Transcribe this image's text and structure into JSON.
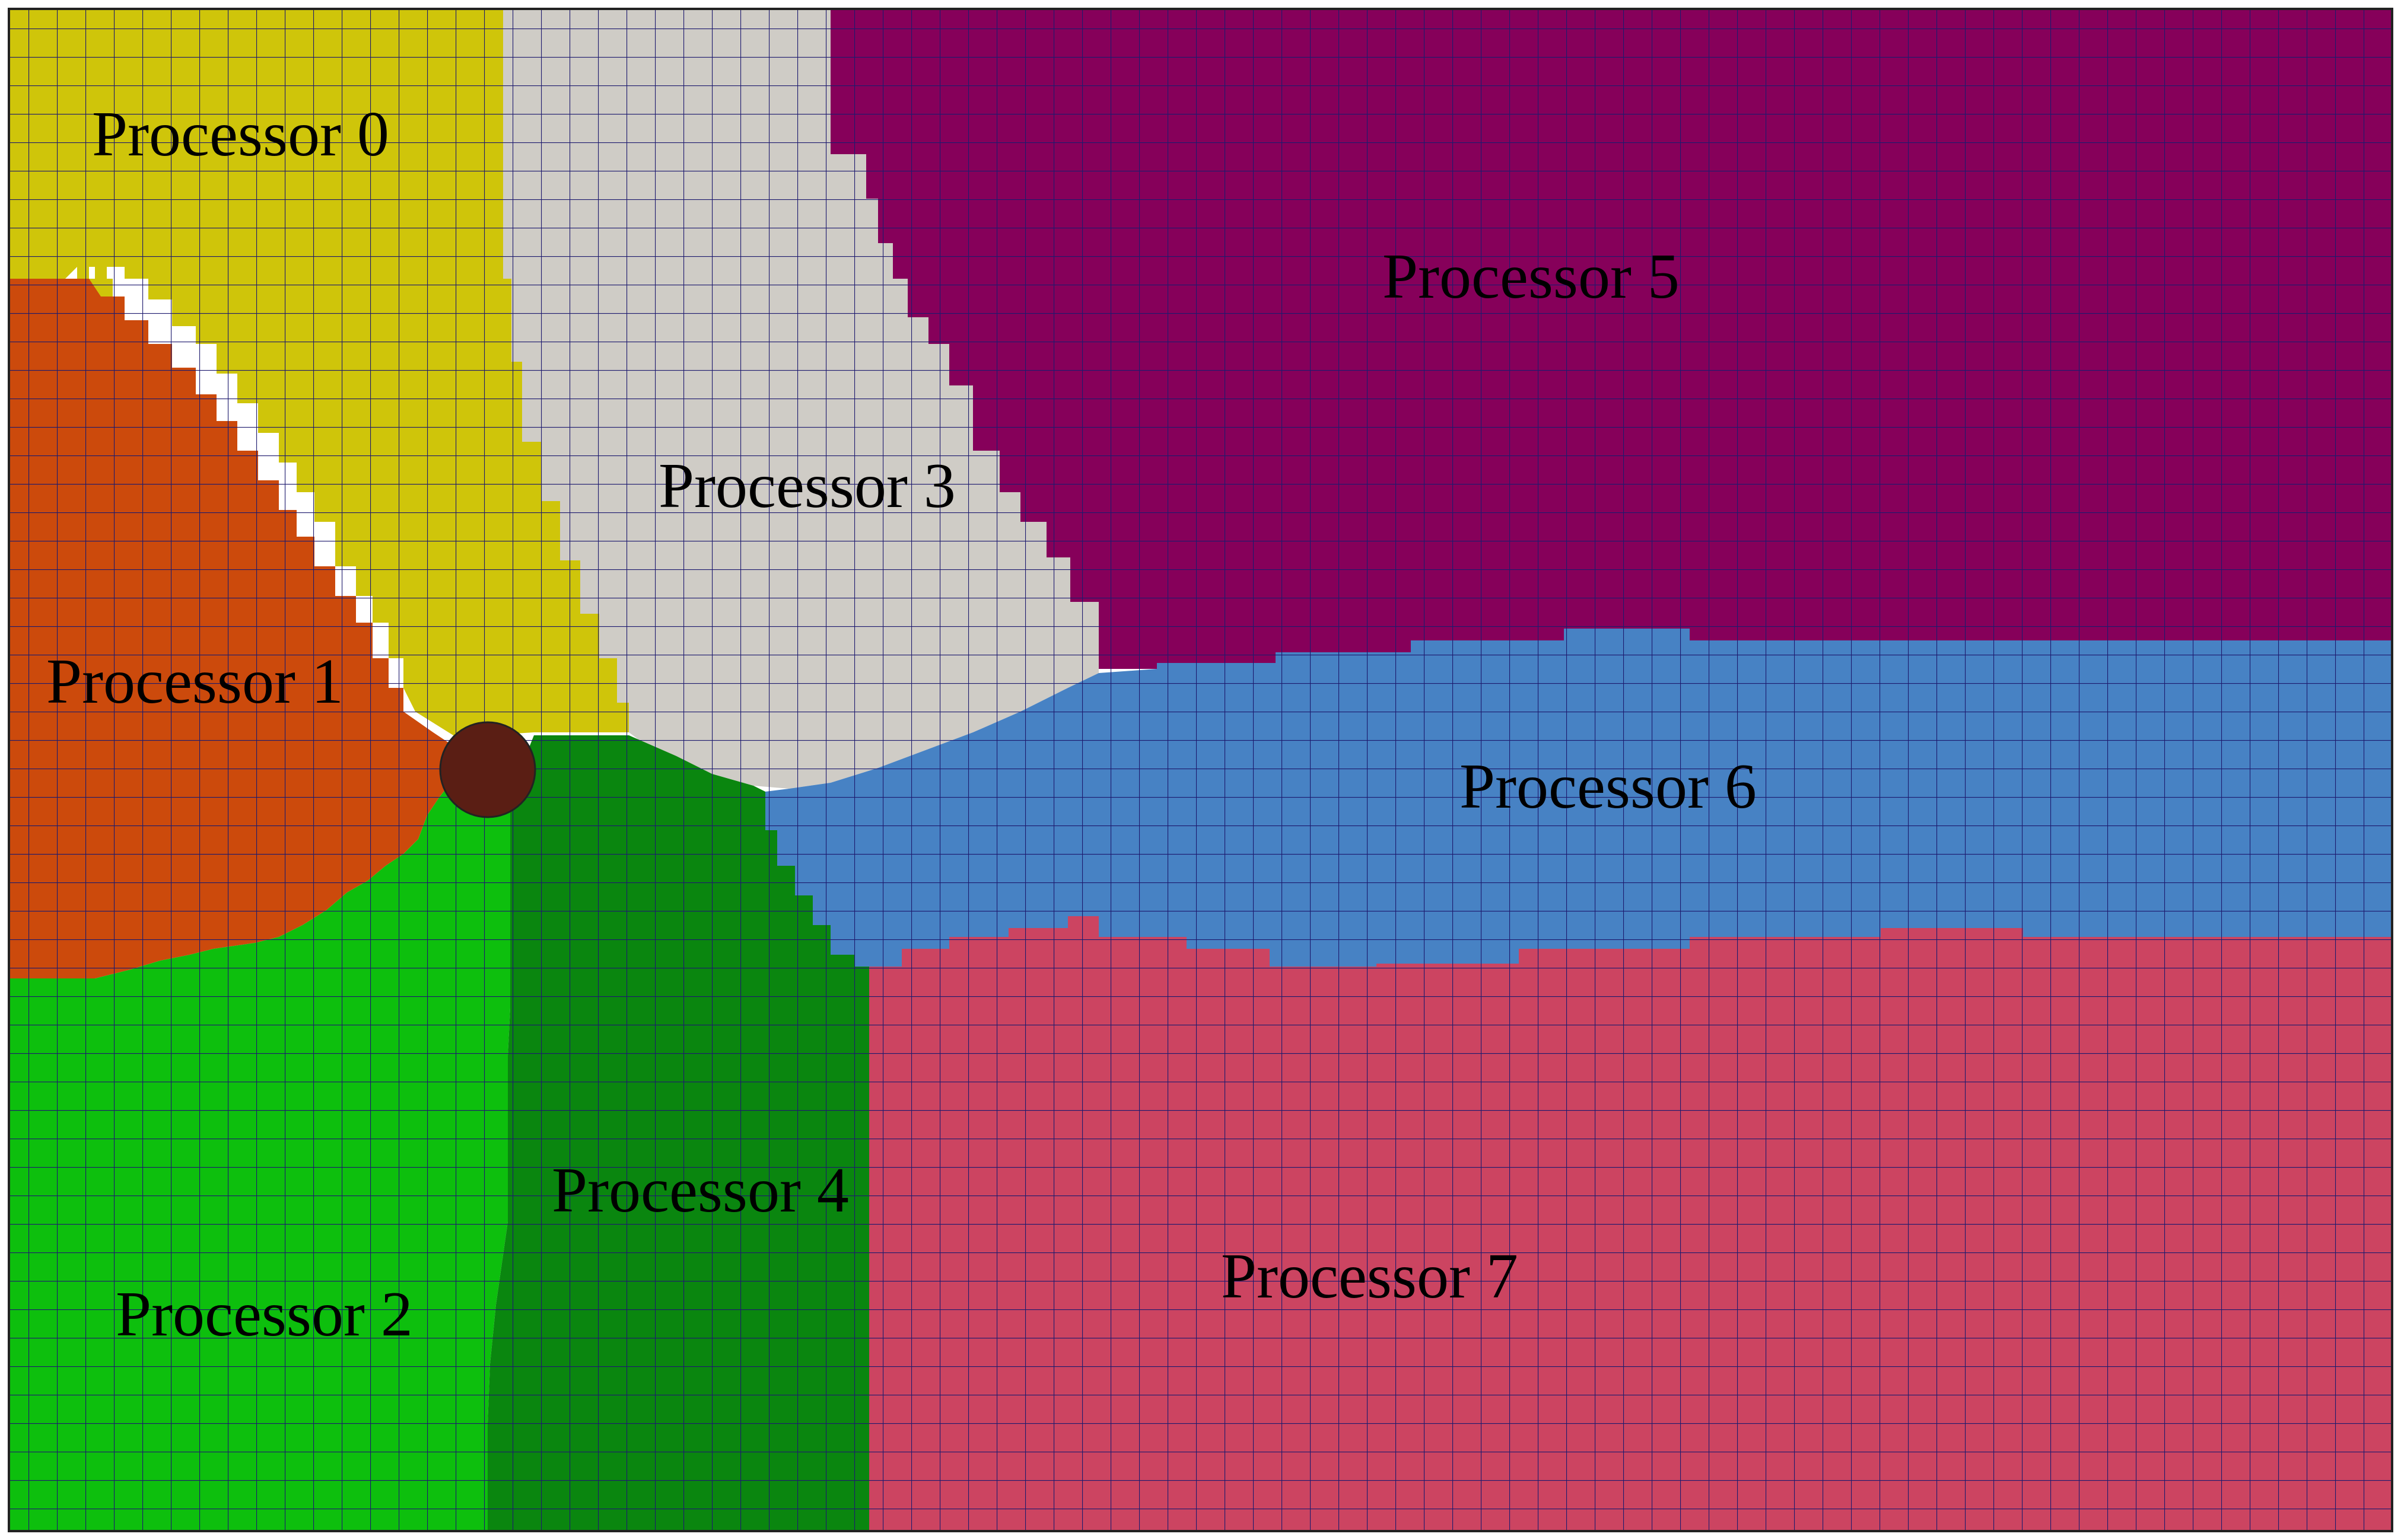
{
  "figure": {
    "background": "#ffffff",
    "grid_line_color": "#1d1a6e",
    "frame_color": "#222222",
    "cylinder_color": "#5a1e14",
    "regions": [
      {
        "id": "p0",
        "label": "Processor 0",
        "color": "#cfc50a"
      },
      {
        "id": "p1",
        "label": "Processor 1",
        "color": "#cc4a0c"
      },
      {
        "id": "p2",
        "label": "Processor 2",
        "color": "#0dbf0d"
      },
      {
        "id": "p3",
        "label": "Processor 3",
        "color": "#cfccc6"
      },
      {
        "id": "p4",
        "label": "Processor 4",
        "color": "#0a860f"
      },
      {
        "id": "p5",
        "label": "Processor 5",
        "color": "#86005a"
      },
      {
        "id": "p6",
        "label": "Processor 6",
        "color": "#4782c4"
      },
      {
        "id": "p7",
        "label": "Processor 7",
        "color": "#cc4461"
      }
    ]
  }
}
